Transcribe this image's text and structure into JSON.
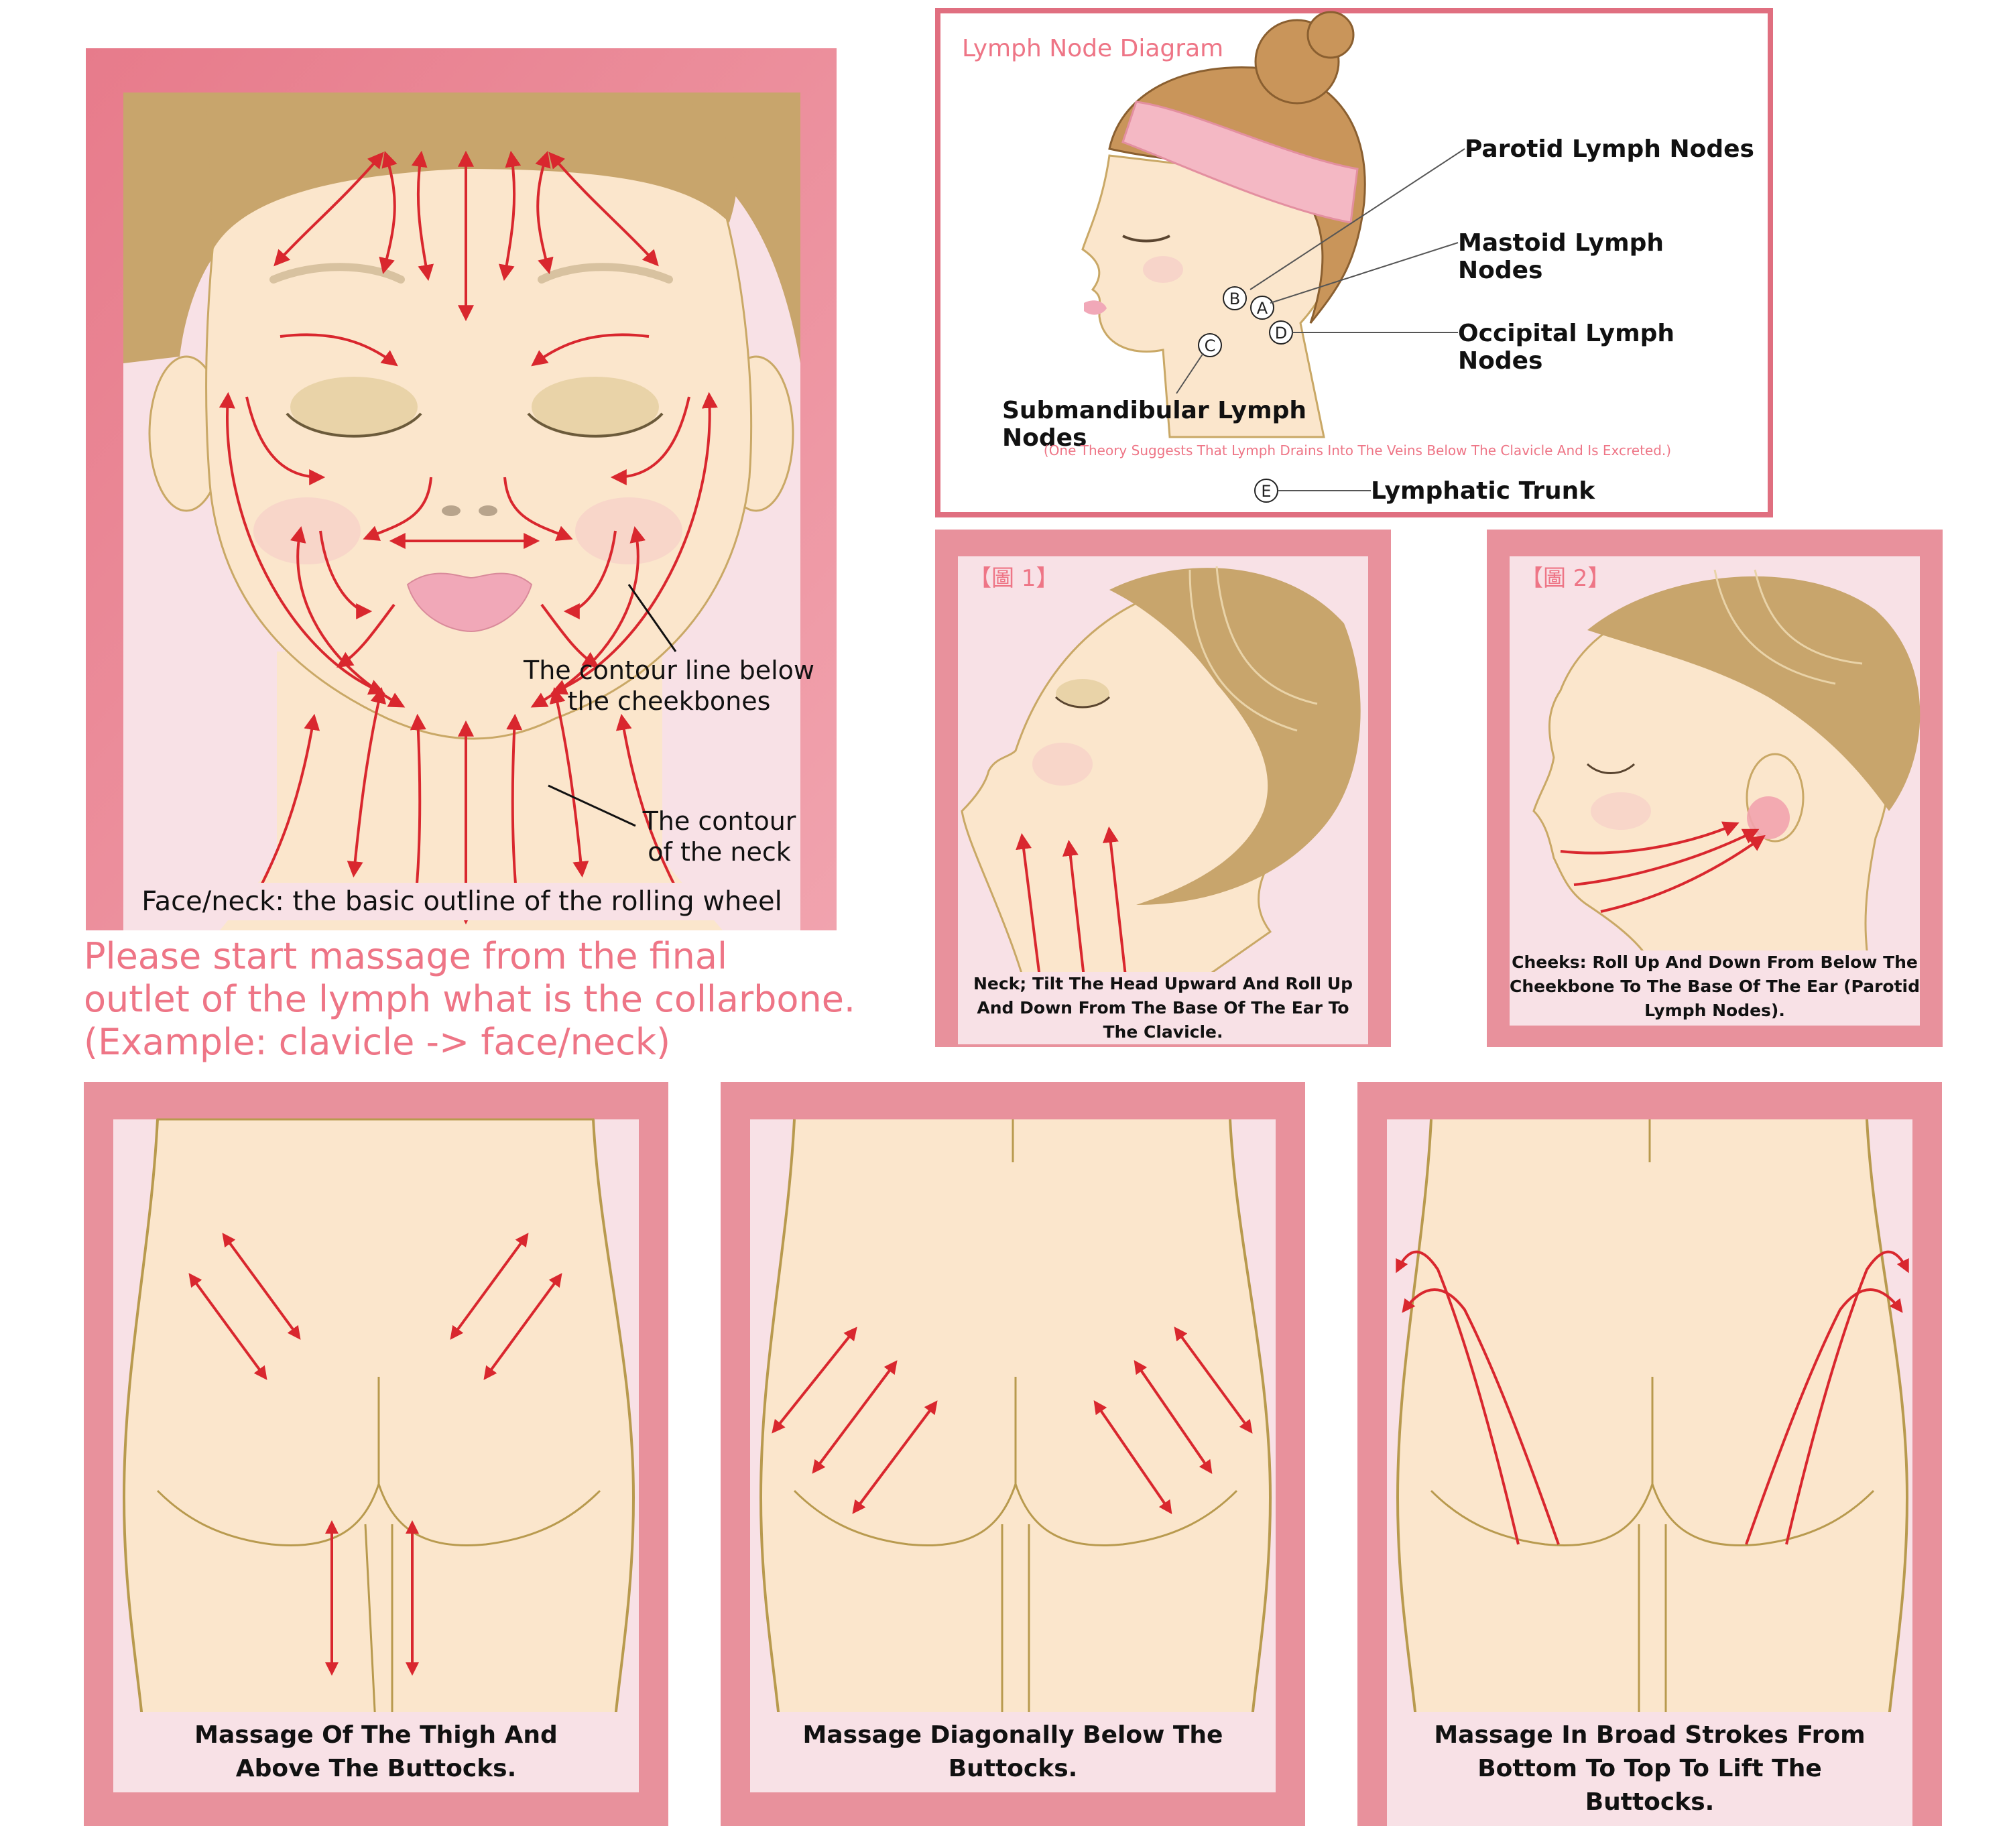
{
  "colors": {
    "frame_pink": "#e58a96",
    "frame_dark": "#e06f80",
    "inner_pink": "#f8e1e6",
    "skin": "#fbe6cc",
    "hair": "#c8a56c",
    "arrow_red": "#d9272e",
    "line_olive": "#b89a4e",
    "accent_text_pink": "#ee7586",
    "lips": "#f1a8b8",
    "headband": "#f4b8c4"
  },
  "face_panel": {
    "annotation_cheekbones": "The contour line below\nthe cheekbones",
    "annotation_neck": "The contour\nof the neck",
    "caption": "Face/neck: the basic outline of the rolling wheel"
  },
  "instruction_note": "Please start massage from the final\noutlet of the lymph what is the collarbone.\n(Example: clavicle -> face/neck)",
  "lymph_diagram": {
    "title": "Lymph Node Diagram",
    "labels": {
      "parotid": "Parotid Lymph Nodes",
      "mastoid": "Mastoid Lymph Nodes",
      "occipital": "Occipital Lymph Nodes",
      "submandibular": "Submandibular Lymph Nodes",
      "trunk": "Lymphatic Trunk"
    },
    "markers": {
      "a": "A",
      "b": "B",
      "c": "C",
      "d": "D",
      "e": "E"
    },
    "theory_note": "(One Theory Suggests That Lymph Drains Into The Veins Below The Clavicle And Is Excreted.)"
  },
  "neck_panel": {
    "figure_tag": "【圖 1】",
    "caption": "Neck; Tilt The Head Upward And Roll Up And Down From The Base Of The Ear To The Clavicle."
  },
  "cheek_panel": {
    "figure_tag": "【圖 2】",
    "caption": "Cheeks: Roll Up And Down From Below The Cheekbone To The Base Of The Ear (Parotid Lymph Nodes)."
  },
  "buttock_panels": [
    {
      "caption": "Massage Of The Thigh And Above The Buttocks."
    },
    {
      "caption": "Massage Diagonally Below The Buttocks."
    },
    {
      "caption": "Massage In Broad Strokes From Bottom To Top To Lift The Buttocks."
    }
  ]
}
